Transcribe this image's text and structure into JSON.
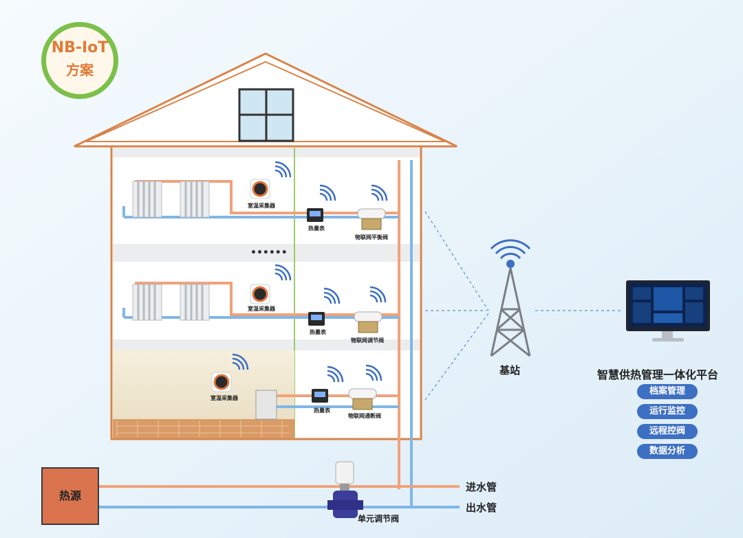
{
  "badge": {
    "line1": "NB-IoT",
    "line2": "方案"
  },
  "floors": [
    {
      "sensor_label": "室温采集器",
      "meter_label": "热量表",
      "valve_label": "物联网平衡阀"
    },
    {
      "sensor_label": "室温采集器",
      "meter_label": "热量表",
      "valve_label": "物联网调节阀"
    },
    {
      "sensor_label": "室温采集器",
      "meter_label": "热量表",
      "valve_label": "物联网通断阀"
    }
  ],
  "ellipsis": "••••••",
  "tower_label": "基站",
  "platform": {
    "title": "智慧供热管理一体化平台",
    "features": [
      "档案管理",
      "运行监控",
      "远程控阀",
      "数据分析"
    ]
  },
  "heat_source": "热源",
  "pipes": {
    "inlet": "进水管",
    "outlet": "出水管"
  },
  "unit_valve": "单元调节阀",
  "colors": {
    "hot_pipe": "#f0a27a",
    "cold_pipe": "#7fb7e6",
    "roof": "#d9844a",
    "accent_green": "#7cc04a",
    "pill_blue": "#3d6fc2"
  }
}
